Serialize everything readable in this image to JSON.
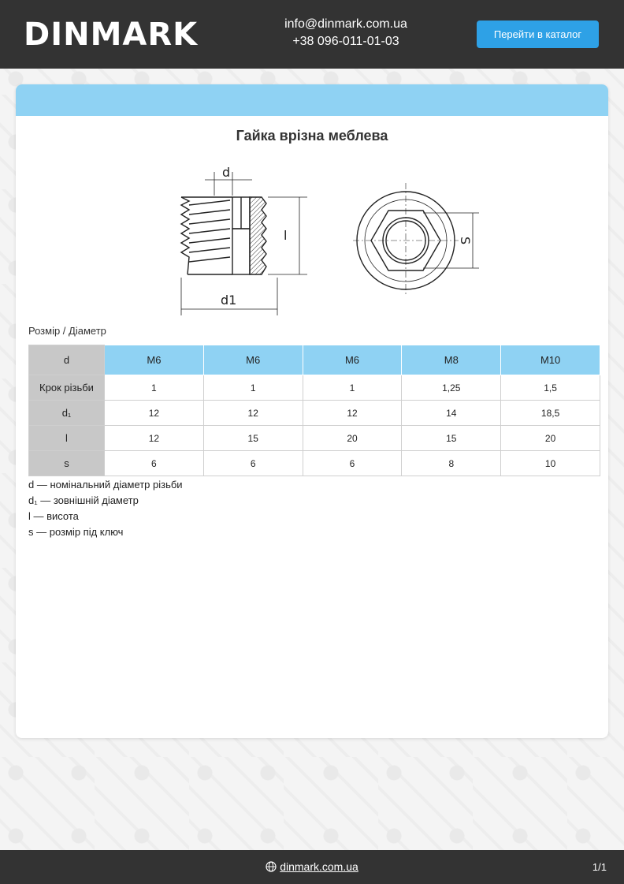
{
  "header": {
    "logo": "DINMARK",
    "email": "info@dinmark.com.ua",
    "phone": "+38 096-011-01-03",
    "catalog_button": "Перейти в каталог"
  },
  "product": {
    "title": "Гайка врізна меблева"
  },
  "drawing": {
    "label_d": "d",
    "label_l": "l",
    "label_d1": "d1",
    "label_s": "S"
  },
  "table": {
    "caption": "Розмір / Діаметр",
    "header_label": "d",
    "columns": [
      "M6",
      "M6",
      "M6",
      "M8",
      "M10"
    ],
    "rows": [
      {
        "label": "Крок різьби",
        "values": [
          "1",
          "1",
          "1",
          "1,25",
          "1,5"
        ]
      },
      {
        "label": "d₁",
        "values": [
          "12",
          "12",
          "12",
          "14",
          "18,5"
        ]
      },
      {
        "label": "l",
        "values": [
          "12",
          "15",
          "20",
          "15",
          "20"
        ]
      },
      {
        "label": "s",
        "values": [
          "6",
          "6",
          "6",
          "8",
          "10"
        ]
      }
    ]
  },
  "legend": [
    "d — номінальний діаметр різьби",
    "d₁ — зовнішній діаметр",
    "l — висота",
    "s — розмір під ключ"
  ],
  "footer": {
    "site": "dinmark.com.ua",
    "page": "1/1"
  },
  "colors": {
    "header_bg": "#333333",
    "accent_blue": "#2ea1e6",
    "light_blue": "#8fd2f3",
    "row_head_gray": "#c8c8c8"
  }
}
